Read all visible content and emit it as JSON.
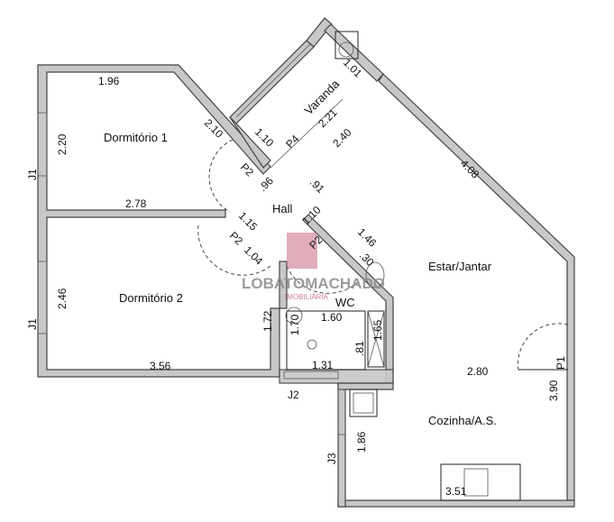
{
  "rooms": {
    "dorm1": "Dormitório 1",
    "dorm2": "Dormitório 2",
    "varanda": "Varanda",
    "hall": "Hall",
    "wc": "WC",
    "estar": "Estar/Jantar",
    "cozinha": "Cozinha/A.S."
  },
  "openings": {
    "j1_top": "J1",
    "j1_bottom": "J1",
    "j2": "J2",
    "j3": "J3",
    "p1": "P1",
    "p2_dorm1": "P2",
    "p2_dorm2": "P2",
    "p2_wc": "P2",
    "p4": "P4"
  },
  "dimensions": {
    "d1_top": "1.96",
    "d1_left": "2.20",
    "d1_diag": "2.10",
    "d1_bottom": "2.78",
    "var_1": "1.10",
    "var_2": "1.01",
    "var_3": "2.21",
    "var_4": "2.40",
    "estar_diag": "4.08",
    "hall_96": ".96",
    "hall_91": ".91",
    "hall_115": "1.15",
    "hall_110": "1.10",
    "hall_104": "1.04",
    "wc_146": "1.46",
    "wc_30": ".30",
    "wc_160": "1.60",
    "wc_170": "1.70",
    "wc_165": "1.65",
    "wc_81": ".81",
    "wc_131": "1.31",
    "d2_left": "2.46",
    "d2_right": "1.72",
    "d2_bottom": "3.56",
    "estar_280": "2.80",
    "estar_390": "3.90",
    "coz_186": "1.86",
    "coz_351": "3.51"
  },
  "watermark": {
    "brand": "LOBATOMACHADO",
    "sub": "IMOBILIÁRIA"
  }
}
